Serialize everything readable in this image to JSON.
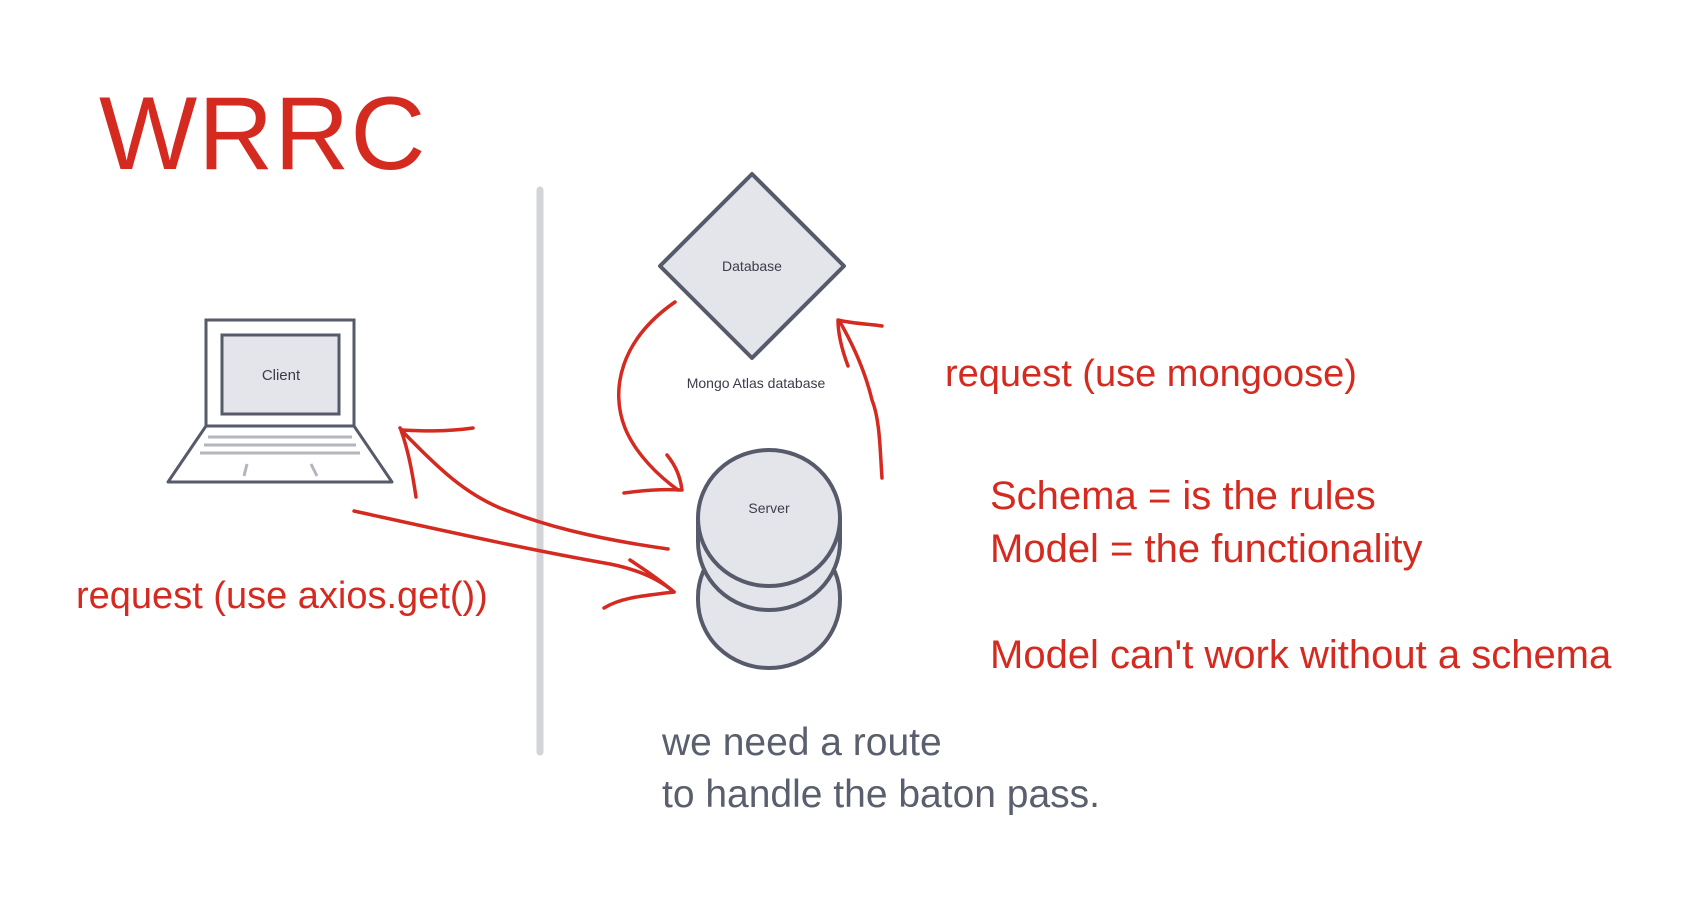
{
  "title": "WRRC",
  "client": {
    "label": "Client"
  },
  "database": {
    "label": "Database",
    "caption": "Mongo Atlas database"
  },
  "server": {
    "label": "Server"
  },
  "annotations": {
    "request_client": "request (use axios.get())",
    "request_db": "request (use mongoose)",
    "schema": "Schema = is the rules",
    "model": "Model = the functionality",
    "model_note": "Model can't work without a schema"
  },
  "route_note": {
    "line1": "we need a route",
    "line2": "to handle the baton pass."
  },
  "colors": {
    "annotation": "#d42a20",
    "shape_fill": "#e4e5ea",
    "shape_stroke": "#565a6a",
    "divider": "#d3d4d8",
    "note_text": "#5a5f6e"
  }
}
